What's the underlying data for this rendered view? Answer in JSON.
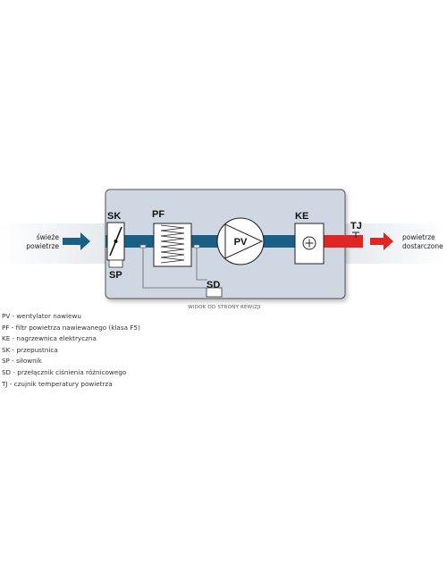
{
  "labels": {
    "sk": "SK",
    "sp": "SP",
    "pf": "PF",
    "pv": "PV",
    "ke": "KE",
    "tj": "TJ",
    "sd": "SD"
  },
  "inlet": {
    "line1": "świeże",
    "line2": "powietrze"
  },
  "outlet": {
    "line1": "powietrze",
    "line2": "dostarczone"
  },
  "caption": "WIDOK OD STRONY REWIZJI",
  "legend": [
    "PV - wentylator nawiewu",
    "PF - filtr powietrza nawiewanego (klasa F5)",
    "KE - nagrzewnica elektryczna",
    "SK - przepustnica",
    "SP - siłownik",
    "SD - przełącznik ciśnienia różnicowego",
    "TJ - czujnik temperatury powietrza"
  ],
  "colors": {
    "housing": "#cfd8e2",
    "duct_fresh": "#1a5f85",
    "duct_supply": "#e02525",
    "arrow_fresh": "#1a5f85",
    "arrow_supply": "#e02525"
  },
  "icons": {
    "damper": "damper-icon",
    "filter": "filter-icon",
    "fan": "fan-icon",
    "heater": "heater-plus-icon",
    "sensor": "temperature-sensor-icon"
  }
}
